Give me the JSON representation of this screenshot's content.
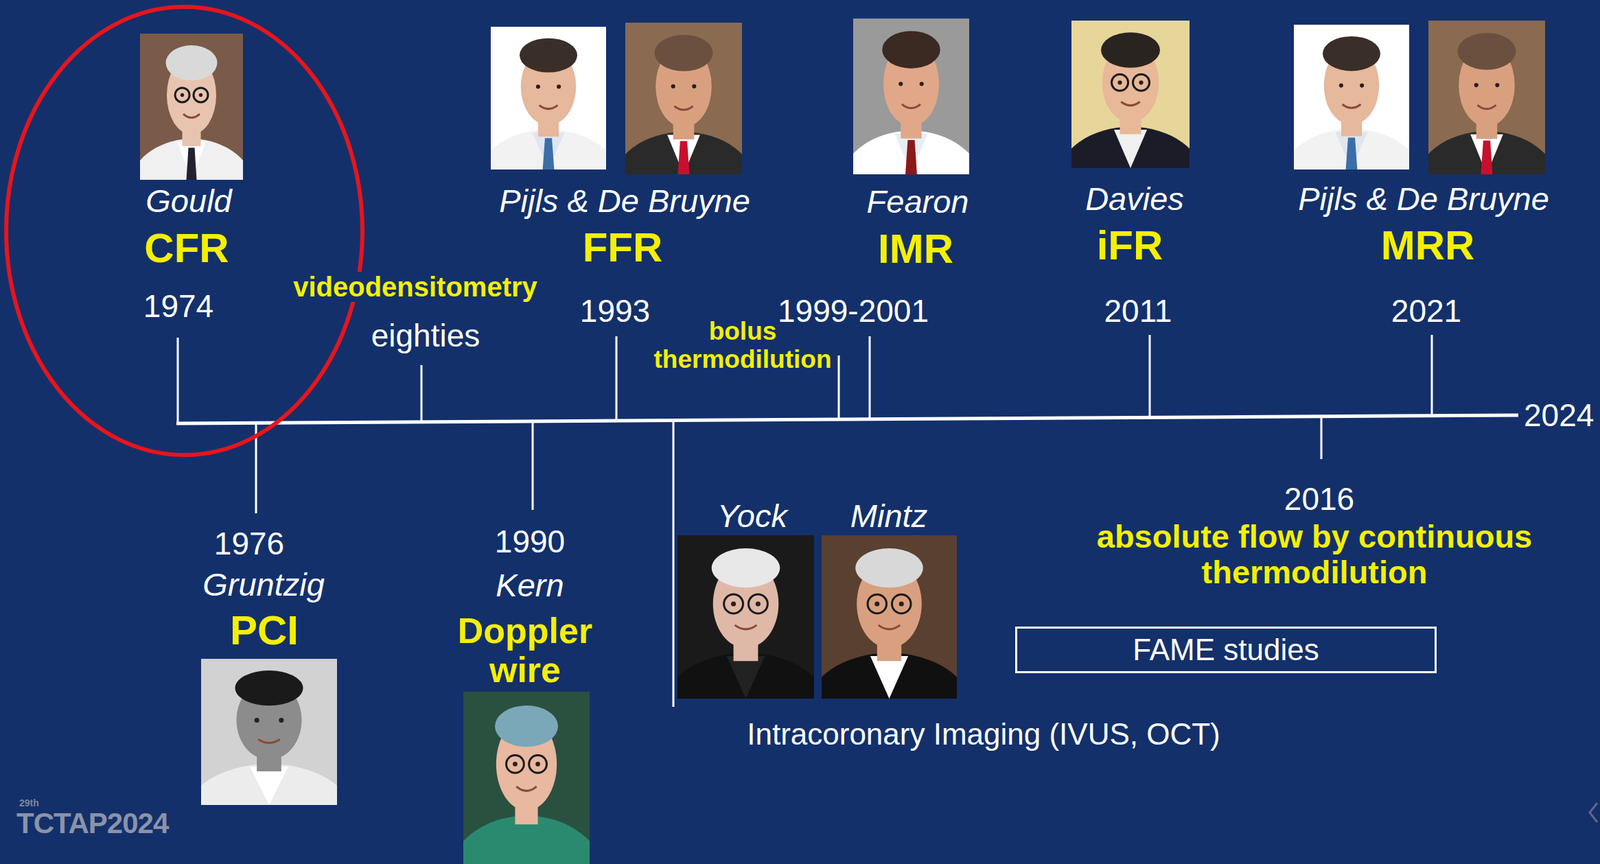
{
  "diagram": {
    "nodes": [
      {
        "text": [
          "Gould",
          "CFR",
          "1974"
        ]
      },
      {
        "text": [
          "FAME studies"
        ]
      }
    ],
    "labels": [
      "videodensitometry",
      "eighties",
      "Pijls & De Bruyne",
      "FFR",
      "1993",
      "bolus thermodilution",
      "Fearon",
      "IMR",
      "1999-2001",
      "Davies",
      "iFR",
      "2011",
      "Pijls & De Bruyne",
      "MRR",
      "2021",
      "2024",
      "1976",
      "Gruntzig",
      "PCI",
      "1990",
      "Kern",
      "Doppler wire",
      "Yock",
      "Mintz",
      "2016",
      "absolute flow by continuous thermodilution",
      "Intracoronary Imaging (IVUS, OCT)",
      "29th",
      "TCTAP2024"
    ]
  }
}
